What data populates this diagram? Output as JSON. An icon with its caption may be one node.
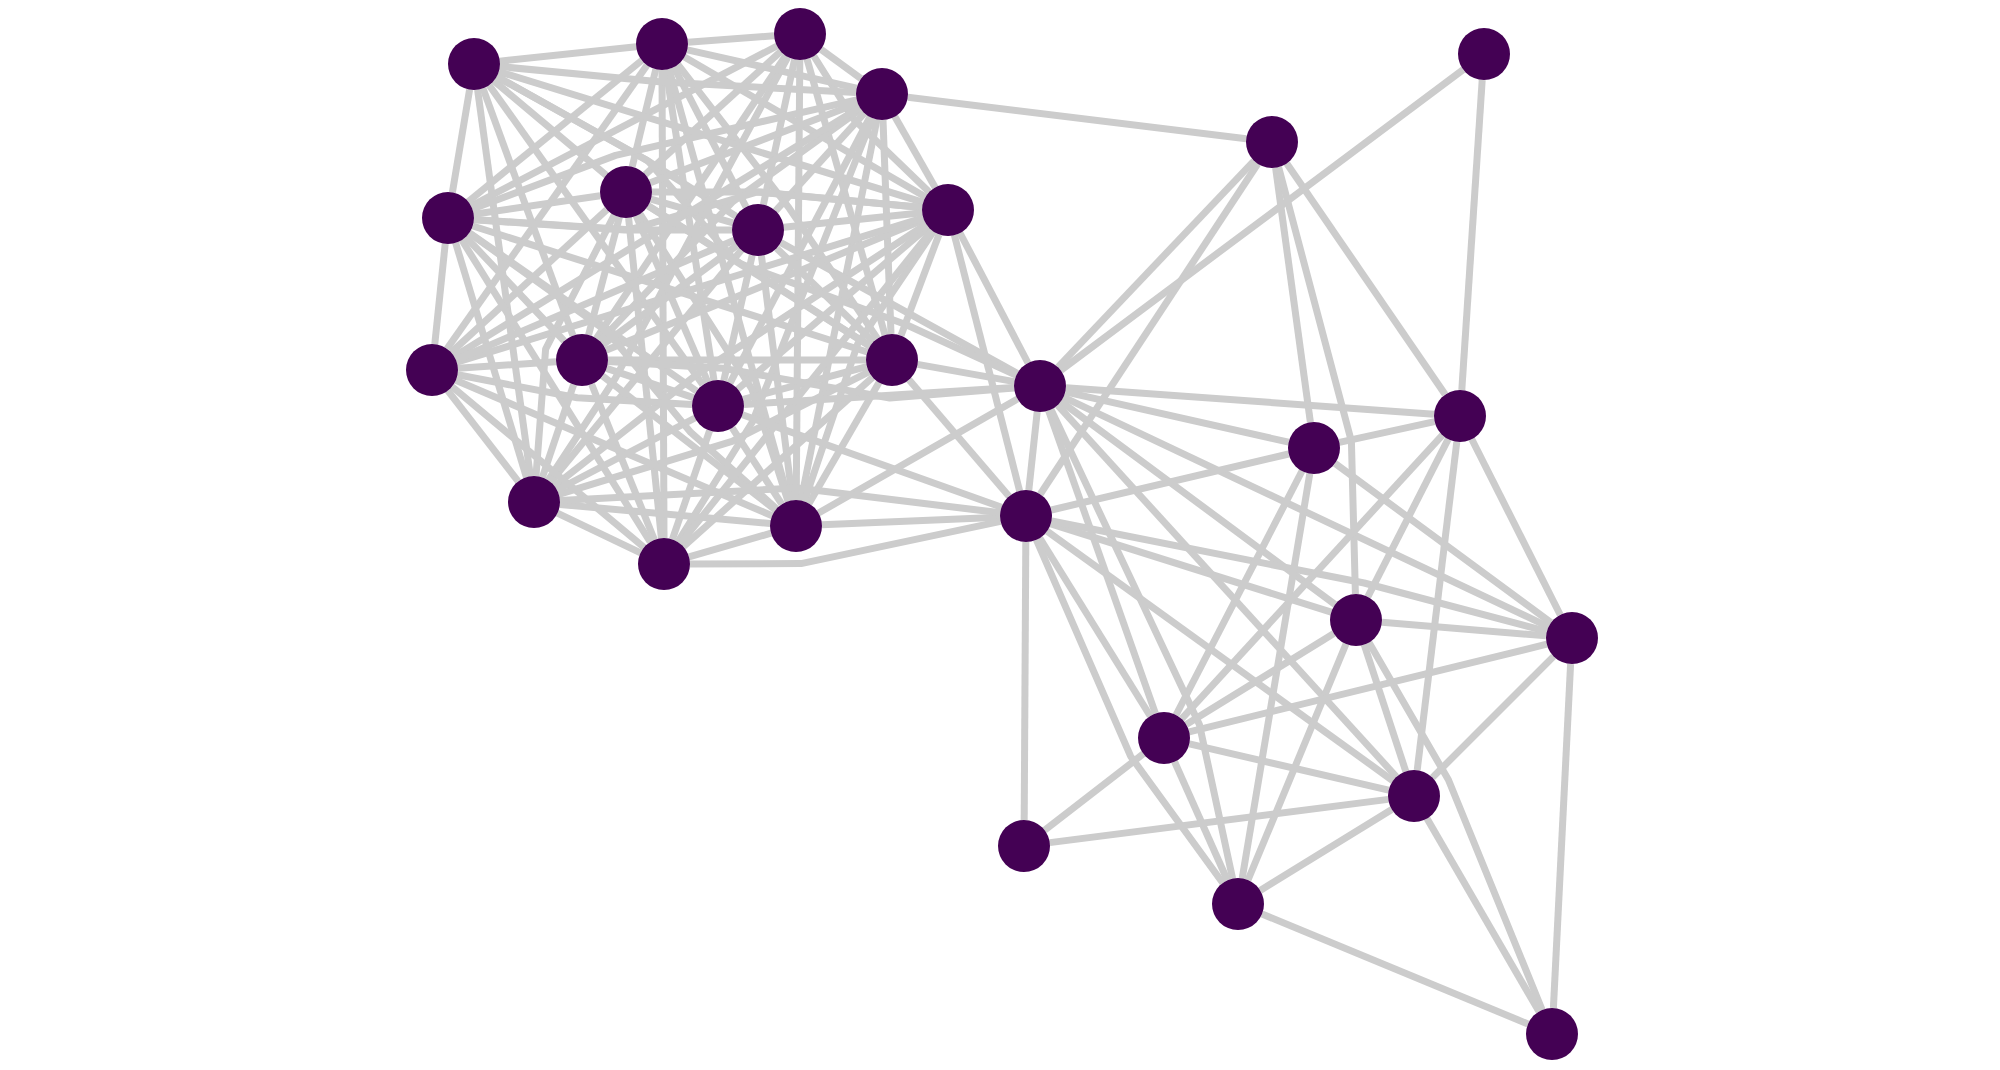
{
  "diagram": {
    "nodes": [
      {
        "text": [],
        "shape": "circle"
      },
      {
        "text": [],
        "shape": "circle"
      },
      {
        "text": [],
        "shape": "circle"
      },
      {
        "text": [],
        "shape": "circle"
      },
      {
        "text": [],
        "shape": "circle"
      },
      {
        "text": [],
        "shape": "circle"
      },
      {
        "text": [],
        "shape": "circle"
      },
      {
        "text": [],
        "shape": "circle"
      },
      {
        "text": [],
        "shape": "circle"
      },
      {
        "text": [],
        "shape": "circle"
      },
      {
        "text": [],
        "shape": "circle"
      },
      {
        "text": [],
        "shape": "circle"
      },
      {
        "text": [],
        "shape": "circle"
      },
      {
        "text": [],
        "shape": "circle"
      },
      {
        "text": [],
        "shape": "circle"
      },
      {
        "text": [],
        "shape": "circle"
      },
      {
        "text": [],
        "shape": "circle"
      },
      {
        "text": [],
        "shape": "circle"
      },
      {
        "text": [],
        "shape": "circle"
      },
      {
        "text": [],
        "shape": "circle"
      },
      {
        "text": [],
        "shape": "circle"
      },
      {
        "text": [],
        "shape": "circle"
      },
      {
        "text": [],
        "shape": "circle"
      },
      {
        "text": [],
        "shape": "circle"
      },
      {
        "text": [],
        "shape": "circle"
      },
      {
        "text": [],
        "shape": "circle"
      },
      {
        "text": [],
        "shape": "circle"
      },
      {
        "text": [],
        "shape": "circle"
      }
    ],
    "edges": [
      {
        "from": 0,
        "to": 1,
        "arrow": "none"
      },
      {
        "from": 0,
        "to": 4,
        "arrow": "none"
      },
      {
        "from": 0,
        "to": 6,
        "arrow": "none"
      },
      {
        "from": 0,
        "to": 7,
        "arrow": "none"
      },
      {
        "from": 0,
        "to": 8,
        "arrow": "none"
      },
      {
        "from": 0,
        "to": 9,
        "arrow": "none"
      },
      {
        "from": 0,
        "to": 10,
        "arrow": "none"
      },
      {
        "from": 0,
        "to": 11,
        "arrow": "none"
      },
      {
        "from": 0,
        "to": 17,
        "arrow": "none"
      },
      {
        "from": 0,
        "to": 19,
        "arrow": "none"
      },
      {
        "from": 1,
        "to": 3,
        "arrow": "none"
      },
      {
        "from": 1,
        "to": 4,
        "arrow": "none"
      },
      {
        "from": 1,
        "to": 6,
        "arrow": "none"
      },
      {
        "from": 1,
        "to": 7,
        "arrow": "none"
      },
      {
        "from": 1,
        "to": 8,
        "arrow": "none"
      },
      {
        "from": 1,
        "to": 9,
        "arrow": "none"
      },
      {
        "from": 1,
        "to": 11,
        "arrow": "none"
      },
      {
        "from": 1,
        "to": 12,
        "arrow": "none"
      },
      {
        "from": 1,
        "to": 14,
        "arrow": "none"
      },
      {
        "from": 1,
        "to": 19,
        "arrow": "none"
      },
      {
        "from": 1,
        "to": 20,
        "arrow": "none"
      },
      {
        "from": 3,
        "to": 4,
        "arrow": "none"
      },
      {
        "from": 3,
        "to": 6,
        "arrow": "none"
      },
      {
        "from": 3,
        "to": 7,
        "arrow": "none"
      },
      {
        "from": 3,
        "to": 8,
        "arrow": "none"
      },
      {
        "from": 3,
        "to": 9,
        "arrow": "none"
      },
      {
        "from": 3,
        "to": 10,
        "arrow": "none"
      },
      {
        "from": 3,
        "to": 11,
        "arrow": "none"
      },
      {
        "from": 3,
        "to": 14,
        "arrow": "none"
      },
      {
        "from": 3,
        "to": 17,
        "arrow": "none"
      },
      {
        "from": 4,
        "to": 6,
        "arrow": "none"
      },
      {
        "from": 4,
        "to": 7,
        "arrow": "none"
      },
      {
        "from": 4,
        "to": 8,
        "arrow": "none"
      },
      {
        "from": 4,
        "to": 9,
        "arrow": "none"
      },
      {
        "from": 4,
        "to": 10,
        "arrow": "none"
      },
      {
        "from": 4,
        "to": 11,
        "arrow": "none"
      },
      {
        "from": 4,
        "to": 12,
        "arrow": "none"
      },
      {
        "from": 4,
        "to": 14,
        "arrow": "none"
      },
      {
        "from": 4,
        "to": 19,
        "arrow": "none"
      },
      {
        "from": 4,
        "to": 20,
        "arrow": "none"
      },
      {
        "from": 6,
        "to": 7,
        "arrow": "none"
      },
      {
        "from": 6,
        "to": 8,
        "arrow": "none"
      },
      {
        "from": 6,
        "to": 9,
        "arrow": "none"
      },
      {
        "from": 6,
        "to": 10,
        "arrow": "none"
      },
      {
        "from": 6,
        "to": 11,
        "arrow": "none"
      },
      {
        "from": 6,
        "to": 12,
        "arrow": "none"
      },
      {
        "from": 6,
        "to": 14,
        "arrow": "none"
      },
      {
        "from": 6,
        "to": 17,
        "arrow": "none"
      },
      {
        "from": 6,
        "to": 19,
        "arrow": "none"
      },
      {
        "from": 6,
        "to": 20,
        "arrow": "none"
      },
      {
        "from": 7,
        "to": 8,
        "arrow": "none"
      },
      {
        "from": 7,
        "to": 9,
        "arrow": "none"
      },
      {
        "from": 7,
        "to": 10,
        "arrow": "none"
      },
      {
        "from": 7,
        "to": 11,
        "arrow": "none"
      },
      {
        "from": 7,
        "to": 12,
        "arrow": "none"
      },
      {
        "from": 7,
        "to": 14,
        "arrow": "none"
      },
      {
        "from": 7,
        "to": 17,
        "arrow": "none"
      },
      {
        "from": 7,
        "to": 19,
        "arrow": "none"
      },
      {
        "from": 7,
        "to": 20,
        "arrow": "none"
      },
      {
        "from": 8,
        "to": 9,
        "arrow": "none"
      },
      {
        "from": 8,
        "to": 10,
        "arrow": "none"
      },
      {
        "from": 8,
        "to": 11,
        "arrow": "none"
      },
      {
        "from": 8,
        "to": 12,
        "arrow": "none"
      },
      {
        "from": 8,
        "to": 14,
        "arrow": "none"
      },
      {
        "from": 8,
        "to": 17,
        "arrow": "none"
      },
      {
        "from": 8,
        "to": 19,
        "arrow": "none"
      },
      {
        "from": 8,
        "to": 20,
        "arrow": "none"
      },
      {
        "from": 9,
        "to": 10,
        "arrow": "none"
      },
      {
        "from": 9,
        "to": 11,
        "arrow": "none"
      },
      {
        "from": 9,
        "to": 12,
        "arrow": "none"
      },
      {
        "from": 9,
        "to": 14,
        "arrow": "none"
      },
      {
        "from": 9,
        "to": 17,
        "arrow": "none"
      },
      {
        "from": 9,
        "to": 19,
        "arrow": "none"
      },
      {
        "from": 10,
        "to": 11,
        "arrow": "none"
      },
      {
        "from": 10,
        "to": 12,
        "arrow": "none"
      },
      {
        "from": 10,
        "to": 14,
        "arrow": "none"
      },
      {
        "from": 10,
        "to": 17,
        "arrow": "none"
      },
      {
        "from": 10,
        "to": 19,
        "arrow": "none"
      },
      {
        "from": 10,
        "to": 20,
        "arrow": "none"
      },
      {
        "from": 11,
        "to": 14,
        "arrow": "none"
      },
      {
        "from": 11,
        "to": 17,
        "arrow": "none"
      },
      {
        "from": 11,
        "to": 19,
        "arrow": "none"
      },
      {
        "from": 11,
        "to": 20,
        "arrow": "none"
      },
      {
        "from": 12,
        "to": 14,
        "arrow": "none"
      },
      {
        "from": 12,
        "to": 17,
        "arrow": "none"
      },
      {
        "from": 12,
        "to": 19,
        "arrow": "none"
      },
      {
        "from": 12,
        "to": 20,
        "arrow": "none"
      },
      {
        "from": 14,
        "to": 17,
        "arrow": "none"
      },
      {
        "from": 14,
        "to": 19,
        "arrow": "none"
      },
      {
        "from": 14,
        "to": 20,
        "arrow": "none"
      },
      {
        "from": 17,
        "to": 19,
        "arrow": "none"
      },
      {
        "from": 17,
        "to": 20,
        "arrow": "none"
      },
      {
        "from": 19,
        "to": 20,
        "arrow": "none"
      },
      {
        "from": 4,
        "to": 5,
        "arrow": "none"
      },
      {
        "from": 5,
        "to": 13,
        "arrow": "none"
      },
      {
        "from": 5,
        "to": 18,
        "arrow": "none"
      },
      {
        "from": 2,
        "to": 13,
        "arrow": "none"
      },
      {
        "from": 5,
        "to": 16,
        "arrow": "none"
      },
      {
        "from": 5,
        "to": 21,
        "arrow": "none"
      },
      {
        "from": 5,
        "to": 15,
        "arrow": "none"
      },
      {
        "from": 2,
        "to": 15,
        "arrow": "none"
      },
      {
        "from": 13,
        "to": 18,
        "arrow": "none"
      },
      {
        "from": 7,
        "to": 13,
        "arrow": "none"
      },
      {
        "from": 11,
        "to": 13,
        "arrow": "none"
      },
      {
        "from": 9,
        "to": 13,
        "arrow": "none"
      },
      {
        "from": 14,
        "to": 13,
        "arrow": "none"
      },
      {
        "from": 10,
        "to": 13,
        "arrow": "none"
      },
      {
        "from": 6,
        "to": 13,
        "arrow": "none"
      },
      {
        "from": 19,
        "to": 13,
        "arrow": "none"
      },
      {
        "from": 7,
        "to": 18,
        "arrow": "none"
      },
      {
        "from": 11,
        "to": 18,
        "arrow": "none"
      },
      {
        "from": 14,
        "to": 18,
        "arrow": "none"
      },
      {
        "from": 19,
        "to": 18,
        "arrow": "none"
      },
      {
        "from": 20,
        "to": 18,
        "arrow": "none"
      },
      {
        "from": 17,
        "to": 18,
        "arrow": "none"
      },
      {
        "from": 13,
        "to": 15,
        "arrow": "none"
      },
      {
        "from": 13,
        "to": 16,
        "arrow": "none"
      },
      {
        "from": 13,
        "to": 21,
        "arrow": "none"
      },
      {
        "from": 13,
        "to": 22,
        "arrow": "none"
      },
      {
        "from": 13,
        "to": 23,
        "arrow": "none"
      },
      {
        "from": 13,
        "to": 24,
        "arrow": "none"
      },
      {
        "from": 13,
        "to": 26,
        "arrow": "none"
      },
      {
        "from": 18,
        "to": 16,
        "arrow": "none"
      },
      {
        "from": 18,
        "to": 21,
        "arrow": "none"
      },
      {
        "from": 18,
        "to": 22,
        "arrow": "none"
      },
      {
        "from": 18,
        "to": 23,
        "arrow": "none"
      },
      {
        "from": 18,
        "to": 24,
        "arrow": "none"
      },
      {
        "from": 18,
        "to": 25,
        "arrow": "none"
      },
      {
        "from": 18,
        "to": 26,
        "arrow": "none"
      },
      {
        "from": 15,
        "to": 16,
        "arrow": "none"
      },
      {
        "from": 16,
        "to": 23,
        "arrow": "none"
      },
      {
        "from": 16,
        "to": 26,
        "arrow": "none"
      },
      {
        "from": 16,
        "to": 22,
        "arrow": "none"
      },
      {
        "from": 15,
        "to": 21,
        "arrow": "none"
      },
      {
        "from": 15,
        "to": 22,
        "arrow": "none"
      },
      {
        "from": 15,
        "to": 23,
        "arrow": "none"
      },
      {
        "from": 15,
        "to": 24,
        "arrow": "none"
      },
      {
        "from": 21,
        "to": 22,
        "arrow": "none"
      },
      {
        "from": 21,
        "to": 23,
        "arrow": "none"
      },
      {
        "from": 21,
        "to": 24,
        "arrow": "none"
      },
      {
        "from": 21,
        "to": 26,
        "arrow": "none"
      },
      {
        "from": 21,
        "to": 27,
        "arrow": "none"
      },
      {
        "from": 22,
        "to": 23,
        "arrow": "none"
      },
      {
        "from": 22,
        "to": 24,
        "arrow": "none"
      },
      {
        "from": 22,
        "to": 27,
        "arrow": "none"
      },
      {
        "from": 23,
        "to": 24,
        "arrow": "none"
      },
      {
        "from": 23,
        "to": 26,
        "arrow": "none"
      },
      {
        "from": 23,
        "to": 25,
        "arrow": "none"
      },
      {
        "from": 24,
        "to": 25,
        "arrow": "none"
      },
      {
        "from": 24,
        "to": 26,
        "arrow": "none"
      },
      {
        "from": 24,
        "to": 27,
        "arrow": "none"
      },
      {
        "from": 26,
        "to": 27,
        "arrow": "none"
      }
    ]
  }
}
